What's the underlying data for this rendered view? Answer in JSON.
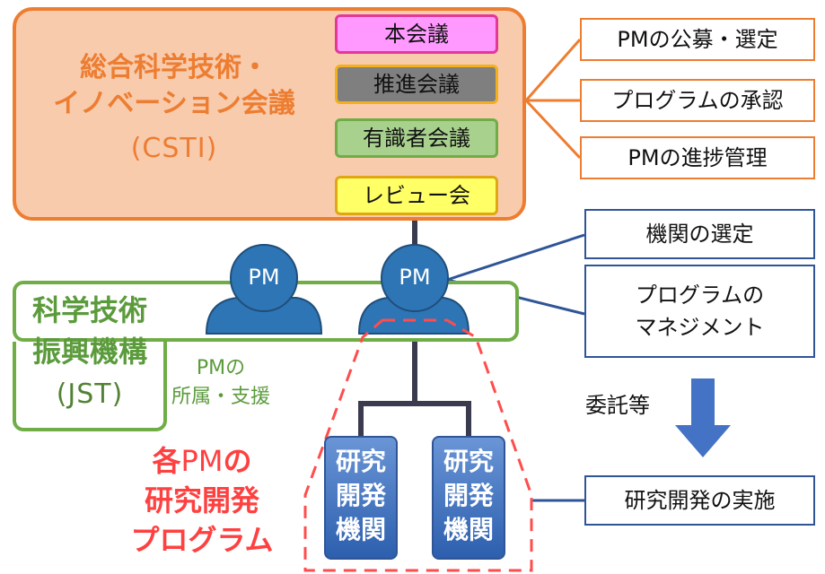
{
  "csti": {
    "name_line1": "総合科学技術・",
    "name_line2": "イノベーション会議",
    "abbr": "(CSTI)",
    "meetings": [
      "本会議",
      "推進会議",
      "有識者会議",
      "レビュー会"
    ]
  },
  "jst": {
    "name_line1": "科学技術",
    "name_line2": "振興機構",
    "abbr": "(JST)",
    "support_line1": "PMの",
    "support_line2": "所属・支援"
  },
  "pm": {
    "label": "PM"
  },
  "csti_roles": [
    "PMの公募・選定",
    "プログラムの承認",
    "PMの進捗管理"
  ],
  "jst_roles": {
    "selection": "機関の選定",
    "management_line1": "プログラムの",
    "management_line2": "マネジメント"
  },
  "commission": "委託等",
  "research_role": "研究開発の実施",
  "lab": {
    "line1": "研究",
    "line2": "開発",
    "line3": "機関"
  },
  "program": {
    "prefix": "各",
    "pm": "PM",
    "suffix": "の",
    "line2": "研究開発",
    "line3": "プログラム"
  },
  "colors": {
    "csti_orange": "#ed7d31",
    "jst_green": "#70ad47",
    "pm_blue": "#2e75b6",
    "program_red": "#ff4040"
  }
}
